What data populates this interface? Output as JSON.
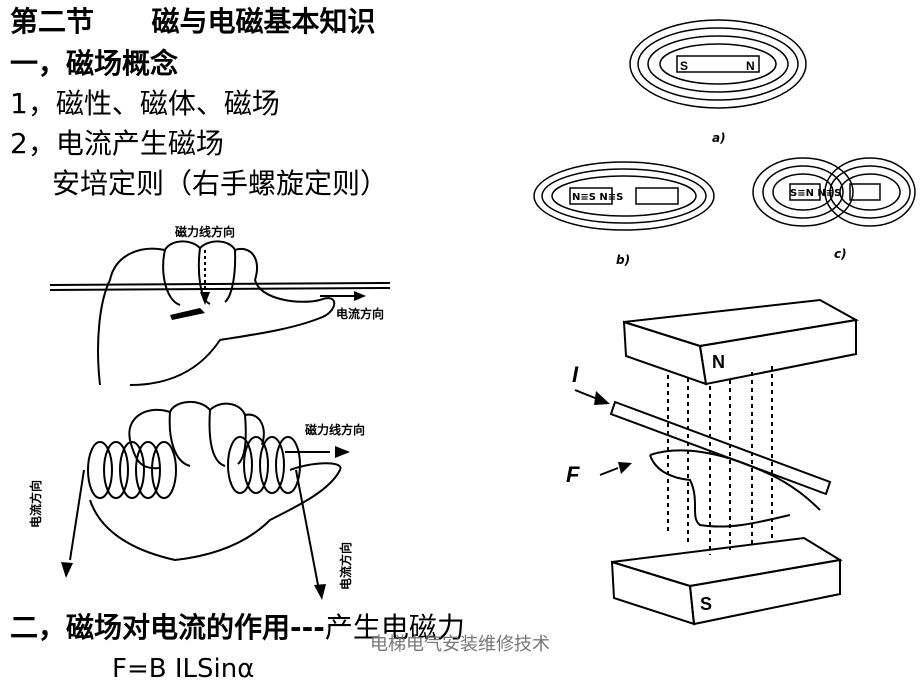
{
  "slide": {
    "title_section": "第二节",
    "title_topic": "磁与电磁基本知识",
    "heading_1": "一，磁场概念",
    "item_1": "1，磁性、磁体、磁场",
    "item_2": "2，电流产生磁场",
    "item_2_sub": "安培定则（右手螺旋定则）",
    "heading_2_bold": "二，磁场对电流的作用---",
    "heading_2_rest": "产生电磁力",
    "formula": "F=B ILSinα",
    "footer": "电梯电气安装维修技术"
  },
  "figures": {
    "hand_wire": {
      "field_label": "磁力线方向",
      "current_label": "电流方向"
    },
    "hand_coil": {
      "field_label": "磁力线方向",
      "current_label_left": "电流方向",
      "current_label_right": "电流方向"
    },
    "magnets": {
      "caption_a": "a)",
      "caption_b": "b)",
      "caption_c": "c)",
      "pole_s": "S",
      "pole_n": "N",
      "pair_b": "N≡S N≡S",
      "pair_c": "S≡N N≡S"
    },
    "force": {
      "pole_top": "N",
      "pole_bottom": "S",
      "current_symbol": "I",
      "force_symbol": "F"
    }
  }
}
